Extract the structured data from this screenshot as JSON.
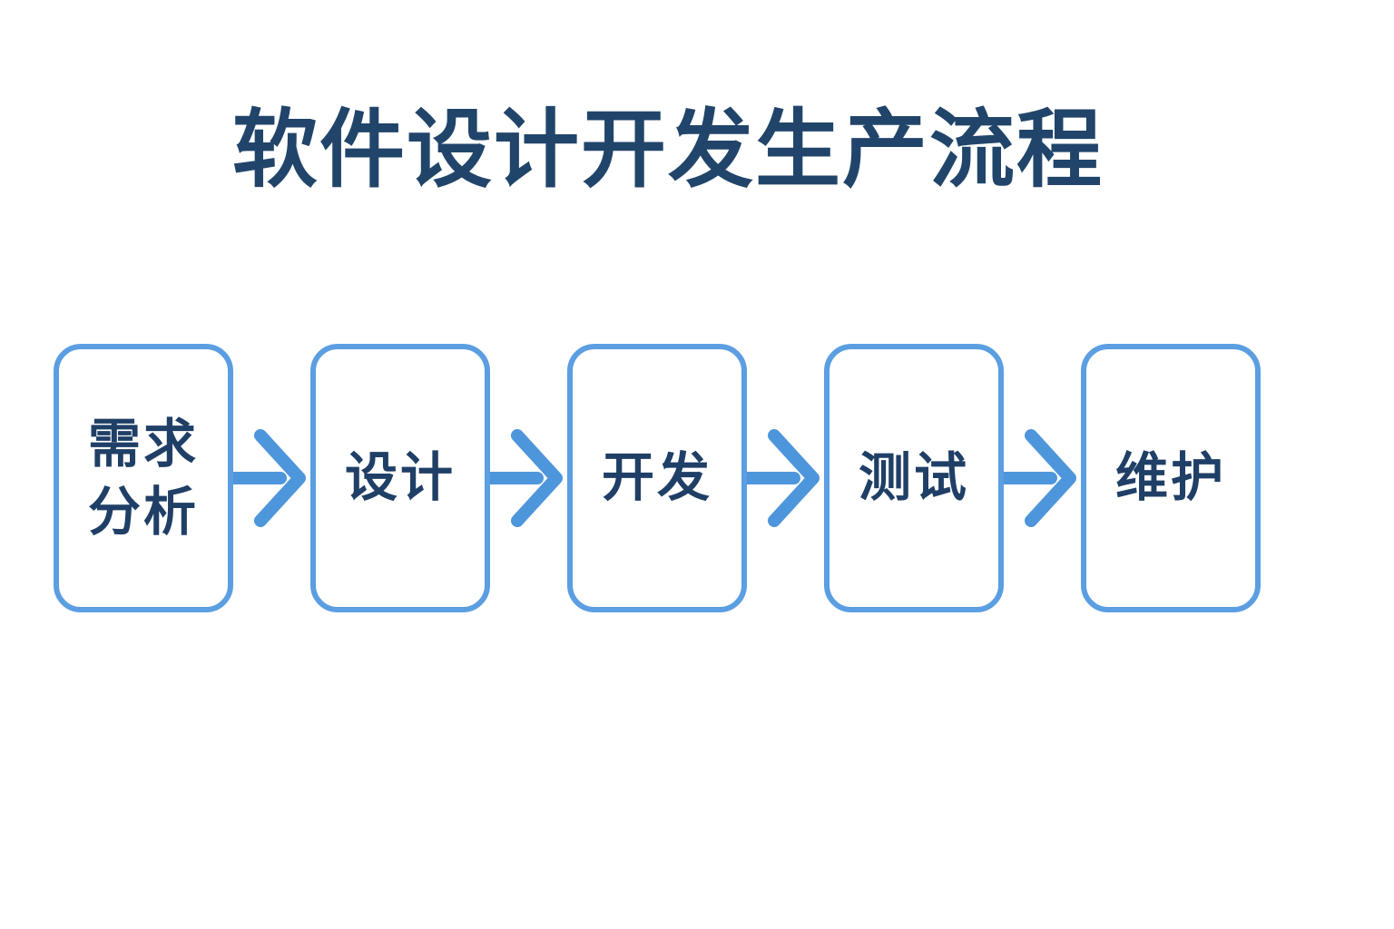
{
  "title": "软件设计开发生产流程",
  "flow": {
    "connector_icon": "arrow-right",
    "steps": [
      {
        "id": "requirements-analysis",
        "label": "需求\n分析"
      },
      {
        "id": "design",
        "label": "设计"
      },
      {
        "id": "development",
        "label": "开发"
      },
      {
        "id": "testing",
        "label": "测试"
      },
      {
        "id": "maintenance",
        "label": "维护"
      }
    ]
  },
  "colors": {
    "background": "#ffffff",
    "title_text": "#21456a",
    "step_text": "#1f3f66",
    "box_border": "#5b9ee1",
    "arrow": "#4e96db"
  }
}
